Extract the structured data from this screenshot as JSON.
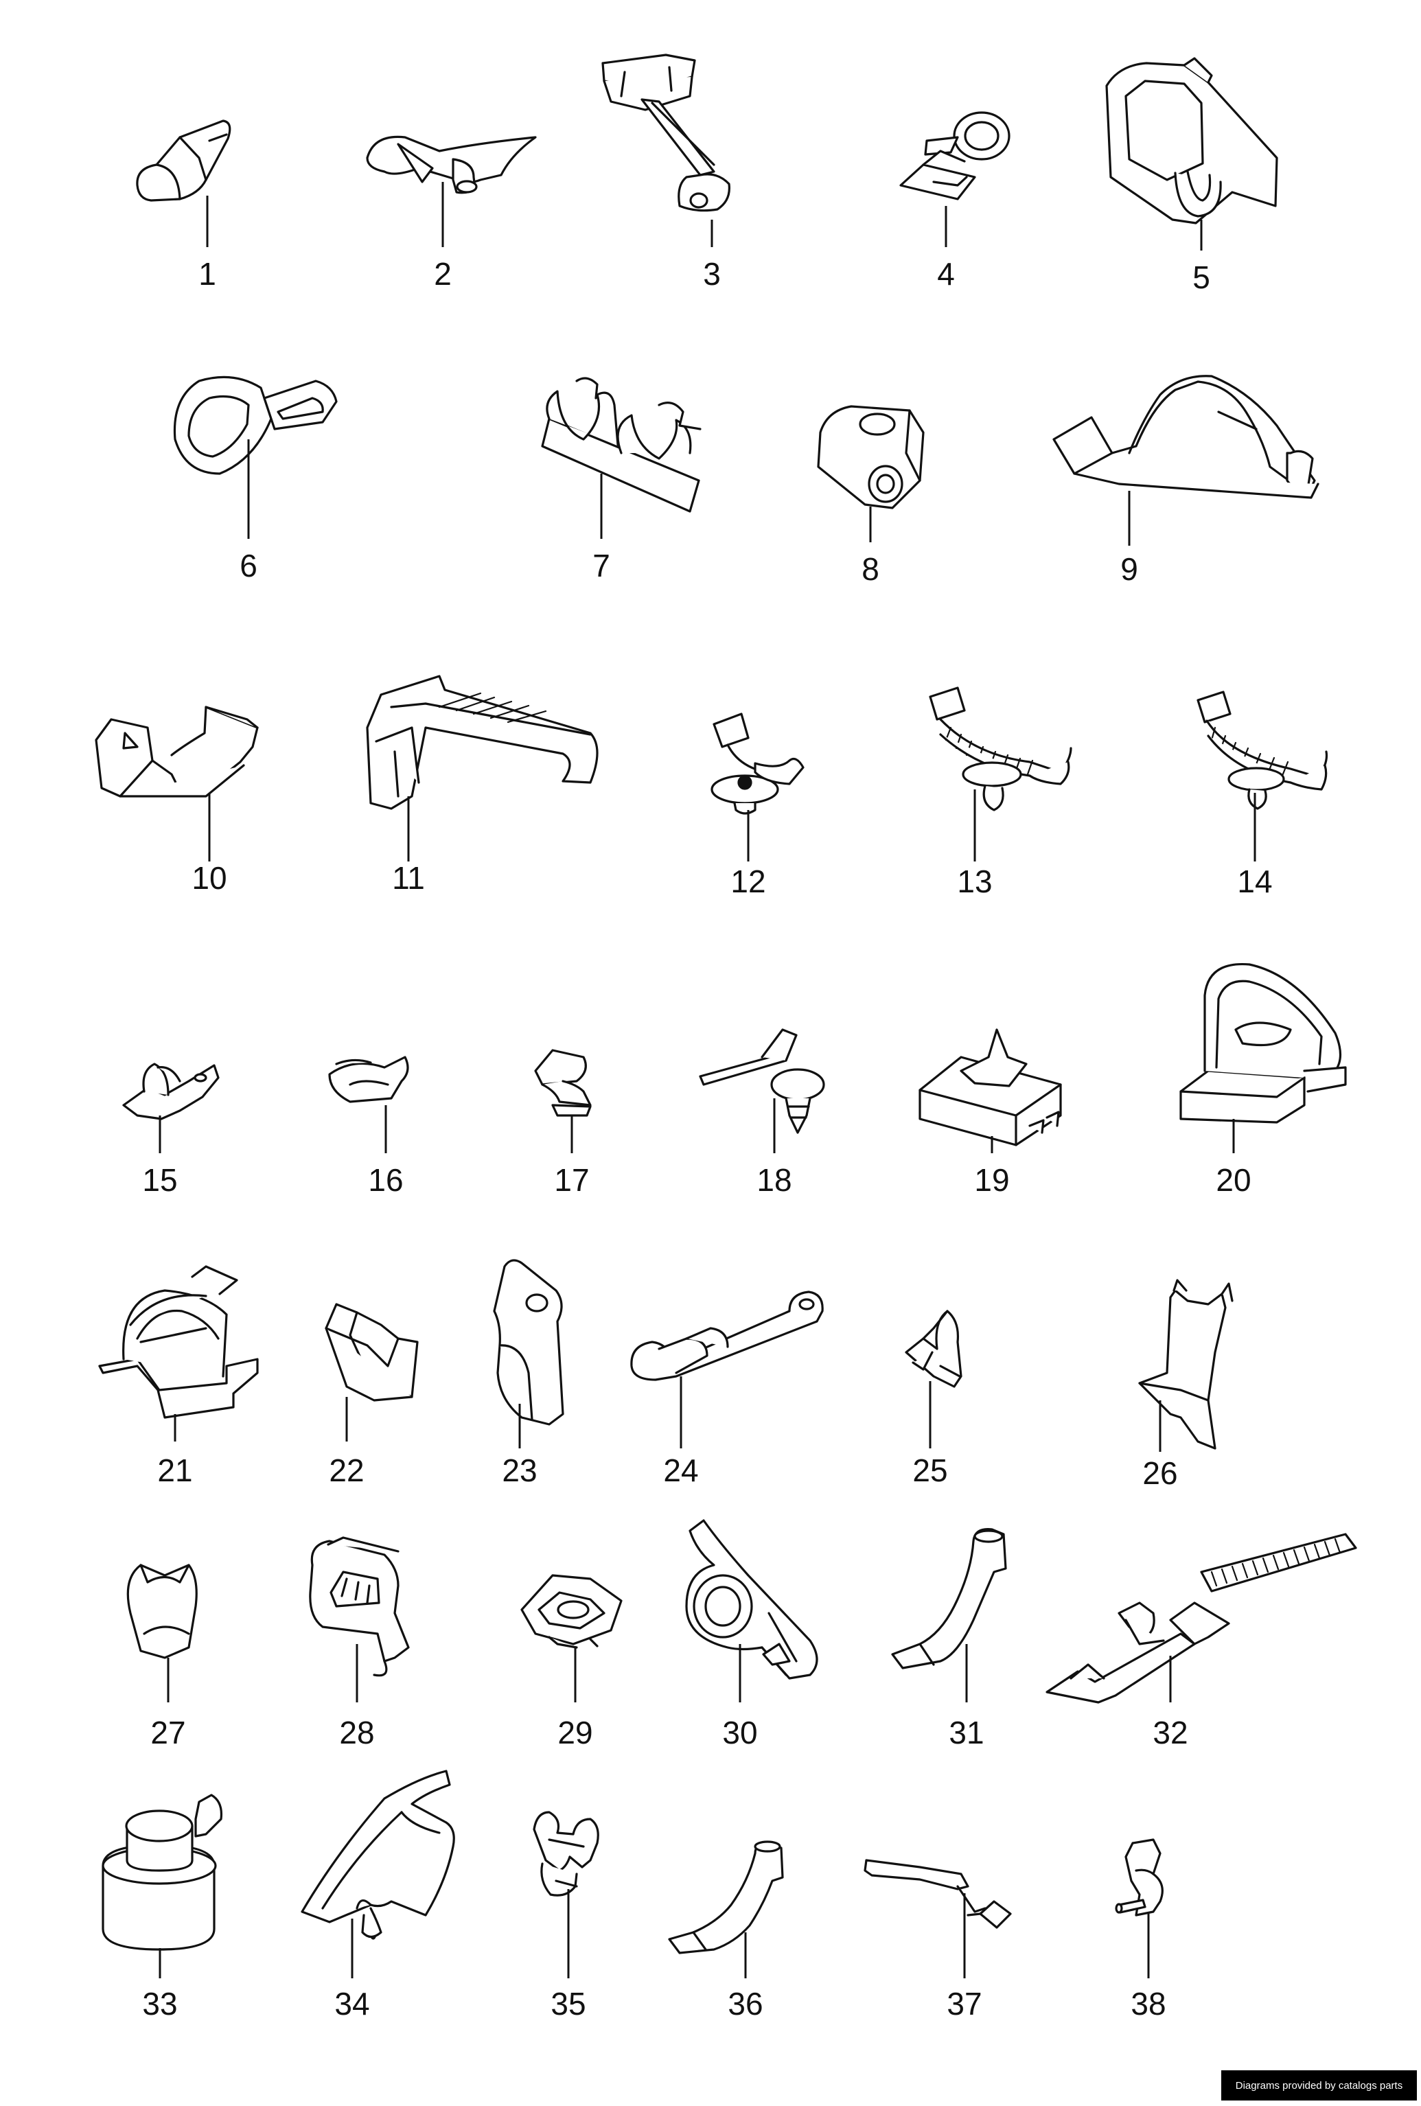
{
  "parts": [
    {
      "id": "1",
      "label": "1",
      "icon": "flat-strap-clip"
    },
    {
      "id": "2",
      "label": "2",
      "icon": "push-pin-wing-clip"
    },
    {
      "id": "3",
      "label": "3",
      "icon": "double-end-pipe-holder"
    },
    {
      "id": "4",
      "label": "4",
      "icon": "ring-clip-with-tab"
    },
    {
      "id": "5",
      "label": "5",
      "icon": "edge-clip-housing"
    },
    {
      "id": "6",
      "label": "6",
      "icon": "loop-strap-clip"
    },
    {
      "id": "7",
      "label": "7",
      "icon": "twin-pipe-holder"
    },
    {
      "id": "8",
      "label": "8",
      "icon": "block-clip-with-hole"
    },
    {
      "id": "9",
      "label": "9",
      "icon": "arched-bracket"
    },
    {
      "id": "10",
      "label": "10",
      "icon": "bent-sheet-clip"
    },
    {
      "id": "11",
      "label": "11",
      "icon": "ribbed-spring-clip"
    },
    {
      "id": "12",
      "label": "12",
      "icon": "cable-tie-with-push-mount"
    },
    {
      "id": "13",
      "label": "13",
      "icon": "cable-tie-with-push-mount"
    },
    {
      "id": "14",
      "label": "14",
      "icon": "cable-tie-with-push-mount"
    },
    {
      "id": "15",
      "label": "15",
      "icon": "small-hose-clip"
    },
    {
      "id": "16",
      "label": "16",
      "icon": "flat-fold-clip"
    },
    {
      "id": "17",
      "label": "17",
      "icon": "bent-wire-clip"
    },
    {
      "id": "18",
      "label": "18",
      "icon": "pin-clip-with-rod"
    },
    {
      "id": "19",
      "label": "19",
      "icon": "rail-block-clip"
    },
    {
      "id": "20",
      "label": "20",
      "icon": "large-loop-holder"
    },
    {
      "id": "21",
      "label": "21",
      "icon": "multi-line-holder"
    },
    {
      "id": "22",
      "label": "22",
      "icon": "u-shaped-clip"
    },
    {
      "id": "23",
      "label": "23",
      "icon": "bracket-with-eyelet"
    },
    {
      "id": "24",
      "label": "24",
      "icon": "long-arm-clip"
    },
    {
      "id": "25",
      "label": "25",
      "icon": "small-double-clip"
    },
    {
      "id": "26",
      "label": "26",
      "icon": "angled-sheet-clip"
    },
    {
      "id": "27",
      "label": "27",
      "icon": "cup-clip"
    },
    {
      "id": "28",
      "label": "28",
      "icon": "box-clip-with-window"
    },
    {
      "id": "29",
      "label": "29",
      "icon": "square-nut-clip"
    },
    {
      "id": "30",
      "label": "30",
      "icon": "grommet-bracket"
    },
    {
      "id": "31",
      "label": "31",
      "icon": "curved-strap-bracket"
    },
    {
      "id": "32",
      "label": "32",
      "icon": "long-cable-tie"
    },
    {
      "id": "33",
      "label": "33",
      "icon": "cylinder-mount"
    },
    {
      "id": "34",
      "label": "34",
      "icon": "curved-cover-clip"
    },
    {
      "id": "35",
      "label": "35",
      "icon": "stacked-double-clip"
    },
    {
      "id": "36",
      "label": "36",
      "icon": "curved-strap-bracket"
    },
    {
      "id": "37",
      "label": "37",
      "icon": "wire-retainer"
    },
    {
      "id": "38",
      "label": "38",
      "icon": "small-pin-clip"
    }
  ],
  "footer": {
    "text": "Diagrams provided by catalogs parts"
  }
}
